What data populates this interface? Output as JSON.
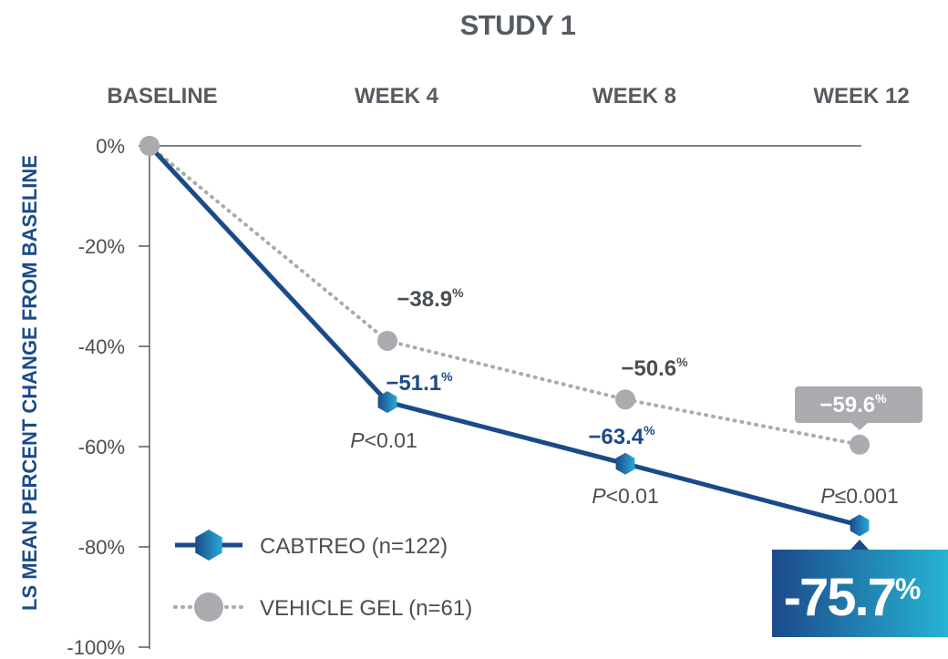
{
  "chart_data": {
    "type": "line",
    "title": "STUDY 1",
    "ylabel": "LS MEAN PERCENT CHANGE FROM BASELINE",
    "xlabel": "",
    "categories": [
      "BASELINE",
      "WEEK 4",
      "WEEK 8",
      "WEEK 12"
    ],
    "y_ticks": [
      "0%",
      "-20%",
      "-40%",
      "-60%",
      "-80%",
      "-100%"
    ],
    "ylim": [
      -100,
      0
    ],
    "series": [
      {
        "name": "CABTREO (n=122)",
        "values": [
          0,
          -51.1,
          -63.4,
          -75.7
        ],
        "labels": [
          "",
          "−51.1",
          "−63.4",
          "-75.7"
        ],
        "p_values": [
          "",
          "P<0.01",
          "P<0.01",
          "P≤0.001"
        ],
        "color": "#1b4a8a",
        "marker": "hexagon",
        "line_style": "solid"
      },
      {
        "name": "VEHICLE GEL (n=61)",
        "values": [
          0,
          -38.9,
          -50.6,
          -59.6
        ],
        "labels": [
          "",
          "−38.9",
          "−50.6",
          "−59.6"
        ],
        "color": "#a9abae",
        "marker": "circle",
        "line_style": "dotted"
      }
    ],
    "percent_sign": "%",
    "legend_position": "bottom-left",
    "highlight_box_colors": [
      "#1b4a8a",
      "#27b4d3"
    ],
    "vehicle_box_color": "#a9abae"
  }
}
